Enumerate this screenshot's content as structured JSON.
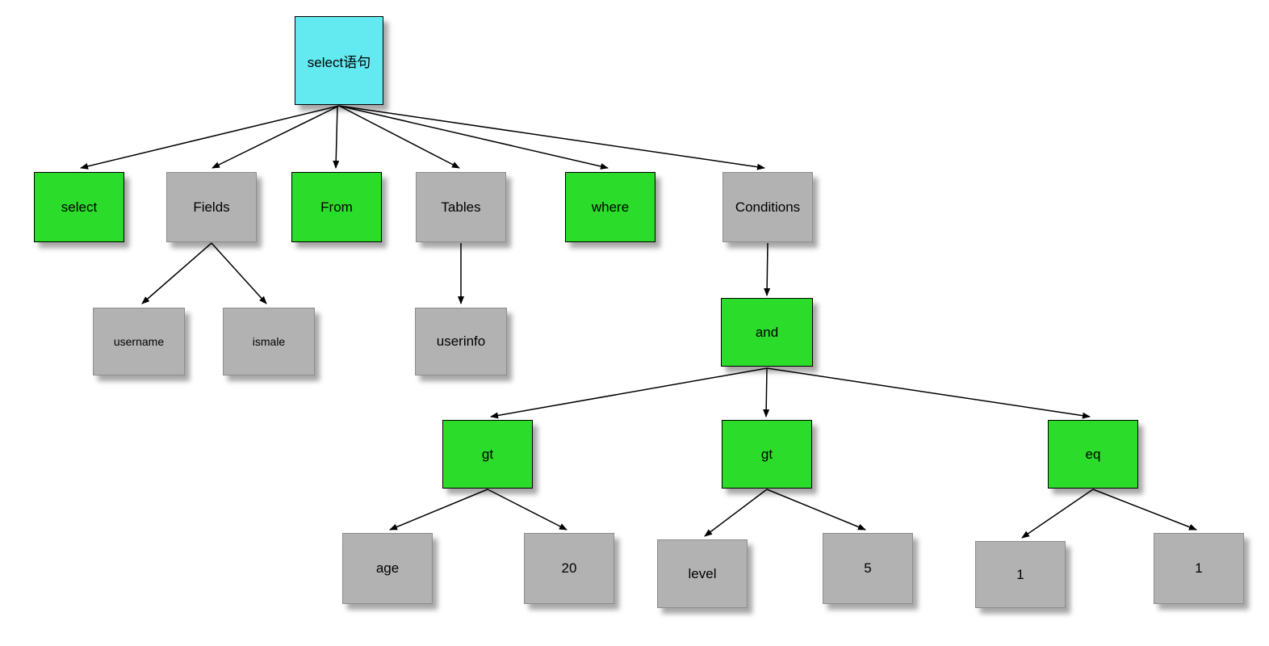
{
  "diagram": {
    "description": "Parse tree of a SQL select statement",
    "colors": {
      "root_fill": "#63e9f0",
      "keyword_fill": "#2bdc2b",
      "operand_fill": "#b2b2b2",
      "border": "#000000",
      "arrow": "#000000",
      "background": "#ffffff"
    }
  },
  "nodes": [
    {
      "id": "root",
      "label": "select语句",
      "type": "cyan"
    },
    {
      "id": "select",
      "label": "select",
      "type": "green"
    },
    {
      "id": "fields",
      "label": "Fields",
      "type": "gray"
    },
    {
      "id": "from",
      "label": "From",
      "type": "green"
    },
    {
      "id": "tables",
      "label": "Tables",
      "type": "gray"
    },
    {
      "id": "where",
      "label": "where",
      "type": "green"
    },
    {
      "id": "conditions",
      "label": "Conditions",
      "type": "gray"
    },
    {
      "id": "username",
      "label": "username",
      "type": "gray"
    },
    {
      "id": "ismale",
      "label": "ismale",
      "type": "gray"
    },
    {
      "id": "userinfo",
      "label": "userinfo",
      "type": "gray"
    },
    {
      "id": "and",
      "label": "and",
      "type": "green"
    },
    {
      "id": "gt1",
      "label": "gt",
      "type": "green"
    },
    {
      "id": "gt2",
      "label": "gt",
      "type": "green"
    },
    {
      "id": "eq",
      "label": "eq",
      "type": "green"
    },
    {
      "id": "age",
      "label": "age",
      "type": "gray"
    },
    {
      "id": "num20",
      "label": "20",
      "type": "gray"
    },
    {
      "id": "level",
      "label": "level",
      "type": "gray"
    },
    {
      "id": "num5",
      "label": "5",
      "type": "gray"
    },
    {
      "id": "num1a",
      "label": "1",
      "type": "gray"
    },
    {
      "id": "num1b",
      "label": "1",
      "type": "gray"
    }
  ],
  "edges": [
    [
      "root",
      "select"
    ],
    [
      "root",
      "fields"
    ],
    [
      "root",
      "from"
    ],
    [
      "root",
      "tables"
    ],
    [
      "root",
      "where"
    ],
    [
      "root",
      "conditions"
    ],
    [
      "fields",
      "username"
    ],
    [
      "fields",
      "ismale"
    ],
    [
      "tables",
      "userinfo"
    ],
    [
      "conditions",
      "and"
    ],
    [
      "and",
      "gt1"
    ],
    [
      "and",
      "gt2"
    ],
    [
      "and",
      "eq"
    ],
    [
      "gt1",
      "age"
    ],
    [
      "gt1",
      "num20"
    ],
    [
      "gt2",
      "level"
    ],
    [
      "gt2",
      "num5"
    ],
    [
      "eq",
      "num1a"
    ],
    [
      "eq",
      "num1b"
    ]
  ]
}
